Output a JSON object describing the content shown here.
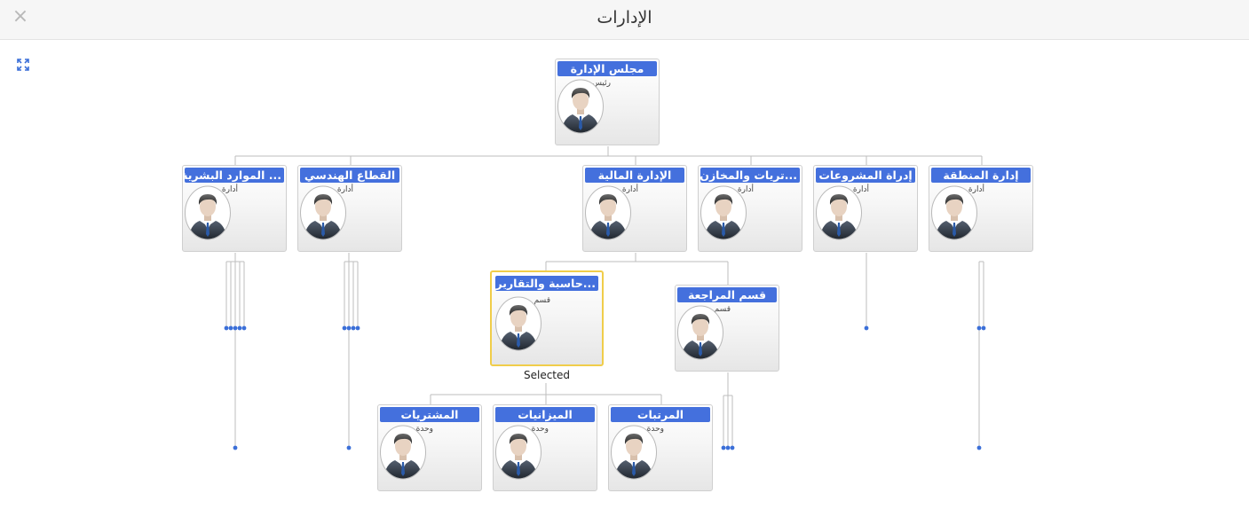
{
  "dialog": {
    "title": "الإدارات",
    "close_icon": "×",
    "expand_icon": "expand-icon"
  },
  "colors": {
    "title_bar": "#4470dd",
    "connector": "#bdbdbd",
    "dot": "#3b6fd8",
    "selected_border": "#f0cd4a"
  },
  "nodes": {
    "board": {
      "title": "مجلس الإدارة",
      "role": "رئيس"
    },
    "hr": {
      "title": "... الموارد البشرية",
      "role": "أدارة"
    },
    "engineering": {
      "title": "القطاع الهندسي",
      "role": "أدارة"
    },
    "finance": {
      "title": "الإدارة المالية",
      "role": "أدارة"
    },
    "purchasing": {
      "title": "...تريات والمخازن",
      "role": "أدارة"
    },
    "projects": {
      "title": "إدراة المشروعات",
      "role": "أدارة"
    },
    "region": {
      "title": "إدارة المنطقة",
      "role": "أدارة"
    },
    "accounting": {
      "title": "...حاسبة والتقارير",
      "role": "قسم"
    },
    "audit": {
      "title": "قسم المراجعة",
      "role": "قسم"
    },
    "procurement": {
      "title": "المشتريات",
      "role": "وحدة"
    },
    "budgets": {
      "title": "الميزانيات",
      "role": "وحدة"
    },
    "payroll": {
      "title": "المرتبات",
      "role": "وحدة"
    }
  },
  "selected_label": "Selected"
}
